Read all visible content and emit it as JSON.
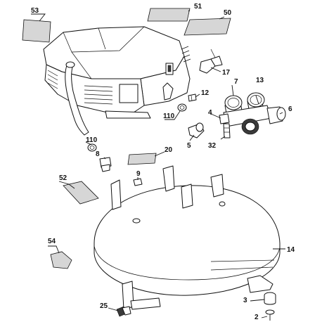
{
  "diagram": {
    "callouts": [
      {
        "id": "c53",
        "text": "53"
      },
      {
        "id": "c51",
        "text": "51"
      },
      {
        "id": "c50",
        "text": "50"
      },
      {
        "id": "c17",
        "text": "17"
      },
      {
        "id": "c7",
        "text": "7"
      },
      {
        "id": "c13",
        "text": "13"
      },
      {
        "id": "c12",
        "text": "12"
      },
      {
        "id": "c4",
        "text": "4"
      },
      {
        "id": "c6",
        "text": "6"
      },
      {
        "id": "c110a",
        "text": "110"
      },
      {
        "id": "c5",
        "text": "5"
      },
      {
        "id": "c32",
        "text": "32"
      },
      {
        "id": "c110b",
        "text": "110"
      },
      {
        "id": "c8",
        "text": "8"
      },
      {
        "id": "c20",
        "text": "20"
      },
      {
        "id": "c9",
        "text": "9"
      },
      {
        "id": "c52",
        "text": "52"
      },
      {
        "id": "c54",
        "text": "54"
      },
      {
        "id": "c14",
        "text": "14"
      },
      {
        "id": "c3",
        "text": "3"
      },
      {
        "id": "c25",
        "text": "25"
      },
      {
        "id": "c2",
        "text": "2"
      }
    ],
    "palette": {
      "ink": "#111111",
      "paper": "#ffffff",
      "label_fill": "#d6d6d6"
    }
  }
}
